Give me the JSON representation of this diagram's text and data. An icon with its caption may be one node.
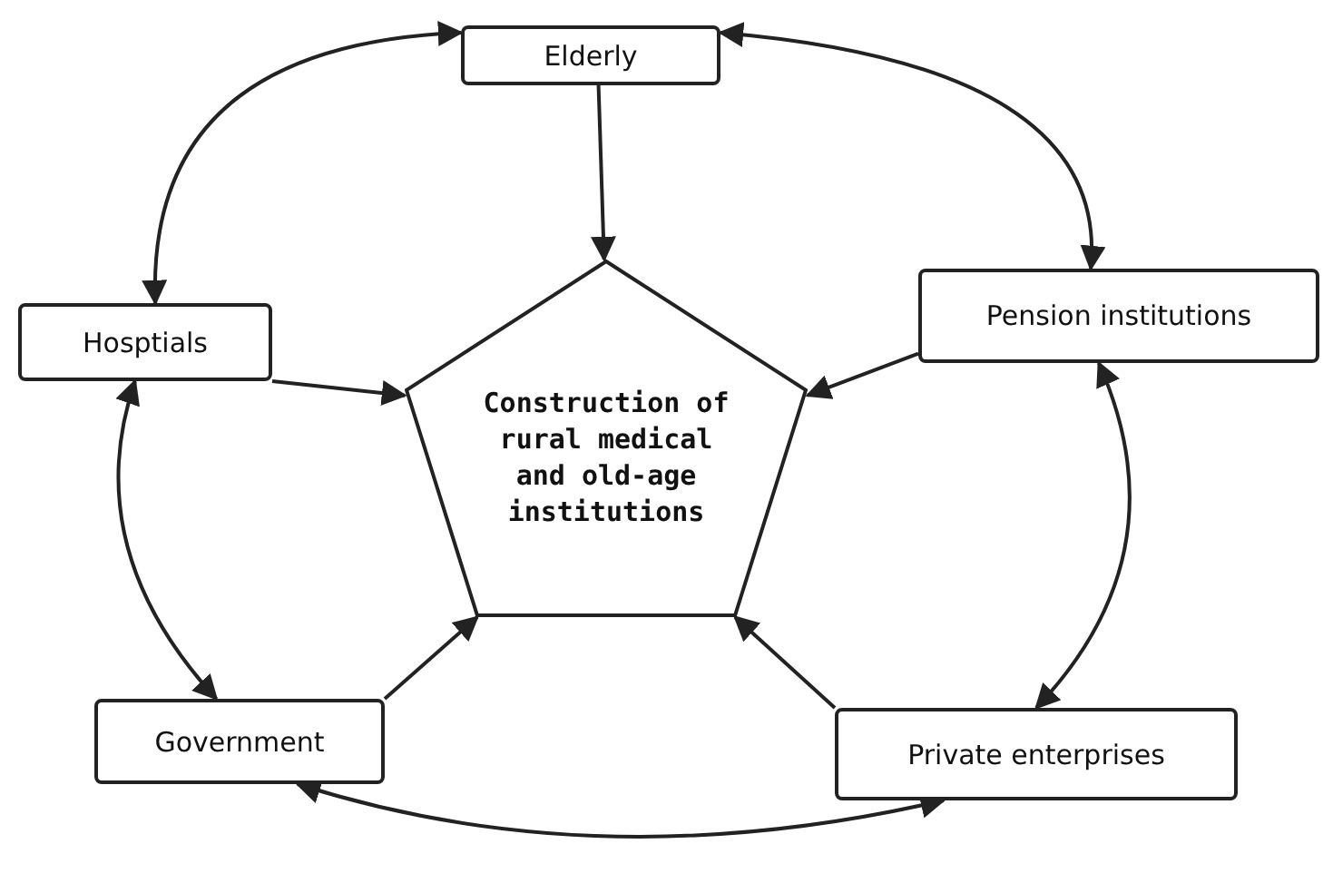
{
  "diagram": {
    "nodes": [
      {
        "text": [
          "Elderly"
        ]
      },
      {
        "text": [
          "Hosptials"
        ]
      },
      {
        "text": [
          "Construction of rural medical and old-age institutions"
        ]
      },
      {
        "text": [
          "Pension institutions"
        ]
      },
      {
        "text": [
          "Government"
        ]
      },
      {
        "text": [
          "Private enterprises"
        ]
      }
    ],
    "edges": [
      {
        "from": 0,
        "to": 2,
        "arrow": "to"
      },
      {
        "from": 1,
        "to": 2,
        "arrow": "to"
      },
      {
        "from": 3,
        "to": 2,
        "arrow": "to"
      },
      {
        "from": 4,
        "to": 2,
        "arrow": "to"
      },
      {
        "from": 5,
        "to": 2,
        "arrow": "to"
      },
      {
        "from": 0,
        "to": 1,
        "arrow": "both"
      },
      {
        "from": 0,
        "to": 3,
        "arrow": "both"
      },
      {
        "from": 1,
        "to": 4,
        "arrow": "both"
      },
      {
        "from": 3,
        "to": 5,
        "arrow": "both"
      },
      {
        "from": 4,
        "to": 5,
        "arrow": "both"
      }
    ]
  }
}
